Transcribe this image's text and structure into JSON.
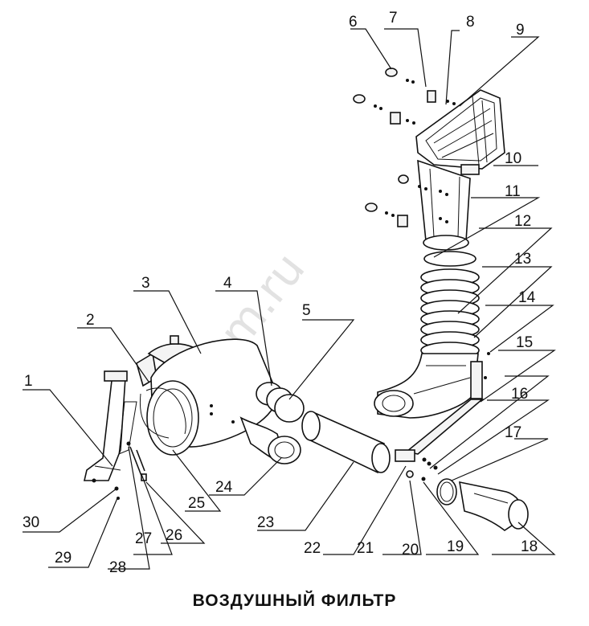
{
  "watermark": "ap-kam.ru",
  "caption": "ВОЗДУШНЫЙ ФИЛЬТР",
  "callouts": [
    "1",
    "2",
    "3",
    "4",
    "5",
    "6",
    "7",
    "8",
    "9",
    "10",
    "11",
    "12",
    "13",
    "14",
    "15",
    "16",
    "17",
    "18",
    "19",
    "20",
    "21",
    "22",
    "23",
    "24",
    "25",
    "26",
    "27",
    "28",
    "29",
    "30"
  ]
}
